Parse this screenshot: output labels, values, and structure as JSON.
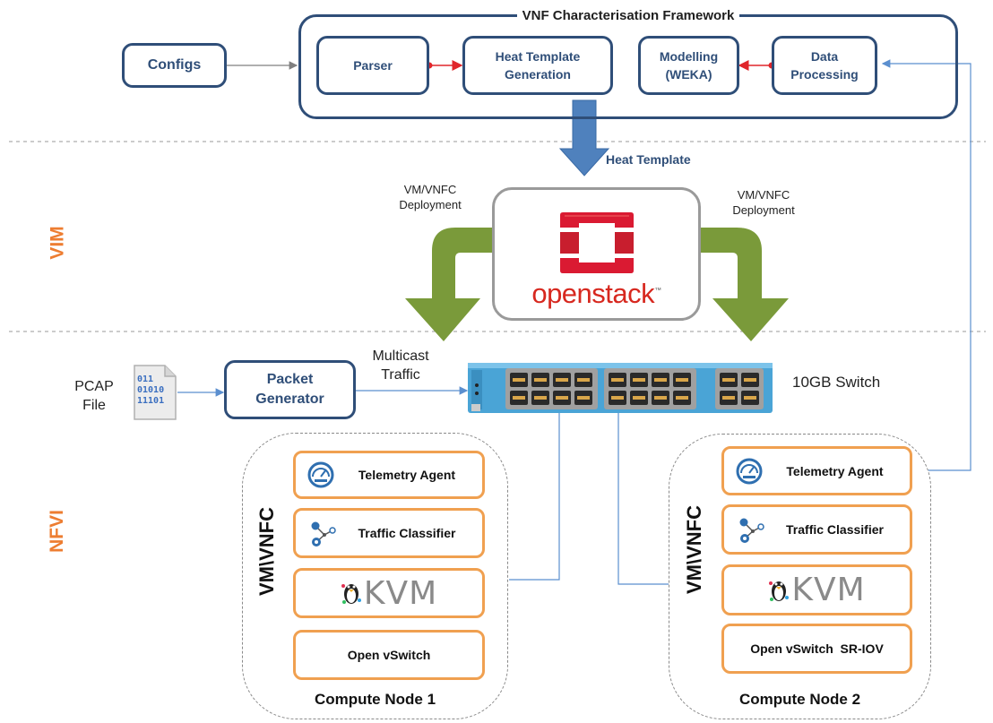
{
  "framework": {
    "title": "VNF Characterisation Framework",
    "configs": "Configs",
    "parser": "Parser",
    "heat_gen": "Heat Template Generation",
    "modelling": "Modelling (WEKA)",
    "data_processing": "Data Processing"
  },
  "heat_template": "Heat Template",
  "deploy_left": "VM/VNFC Deployment",
  "deploy_right": "VM/VNFC Deployment",
  "openstack": {
    "brand": "openstack",
    "trademark": "™"
  },
  "layers": {
    "vim": "VIM",
    "nfvi": "NFVI"
  },
  "pcap": {
    "label": "PCAP File",
    "bits": [
      "011",
      "01010",
      "11101"
    ]
  },
  "packet_generator": "Packet Generator",
  "multicast": "Multicast Traffic",
  "switch_label": "10GB Switch",
  "node1": {
    "title": "Compute Node 1",
    "vm": "VM\\VNFC",
    "telemetry": "Telemetry Agent",
    "classifier": "Traffic Classifier",
    "kvm": "KVM",
    "vswitch": "Open vSwitch"
  },
  "node2": {
    "title": "Compute Node 2",
    "vm": "VM\\VNFC",
    "telemetry": "Telemetry Agent",
    "classifier": "Traffic Classifier",
    "kvm": "KVM",
    "vswitch": "Open vSwitch  SR-IOV"
  },
  "colors": {
    "navy": "#2f4e78",
    "orange": "#ed7d31",
    "green": "#7a9a3a",
    "arrow_blue": "#5b8fcf",
    "red": "#e0262b"
  }
}
